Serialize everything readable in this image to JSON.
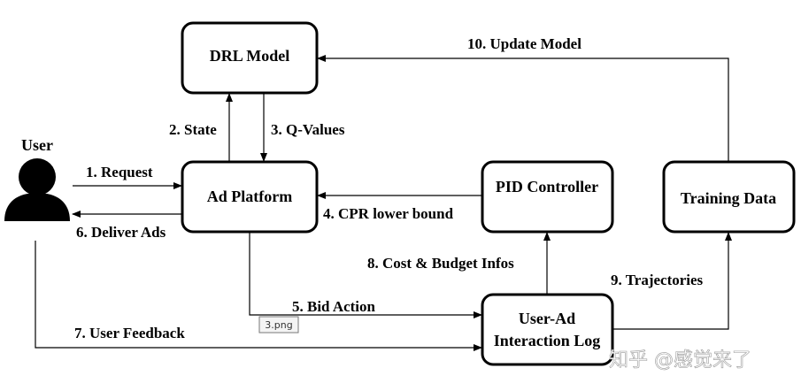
{
  "nodes": {
    "user": "User",
    "drl_model": "DRL Model",
    "ad_platform": "Ad Platform",
    "pid_controller": "PID Controller",
    "training_data": "Training Data",
    "log_line1": "User-Ad",
    "log_line2": "Interaction Log"
  },
  "edges": {
    "request": "1. Request",
    "state": "2. State",
    "q_values": "3. Q-Values",
    "cpr": "4. CPR lower bound",
    "bid_action": "5. Bid Action",
    "deliver_ads": "6. Deliver Ads",
    "user_feedback": "7. User Feedback",
    "cost_budget": "8. Cost & Budget Infos",
    "trajectories": "9. Trajectories",
    "update_model": "10. Update Model"
  },
  "tag": "3.png",
  "watermark": "知乎 @感觉来了"
}
